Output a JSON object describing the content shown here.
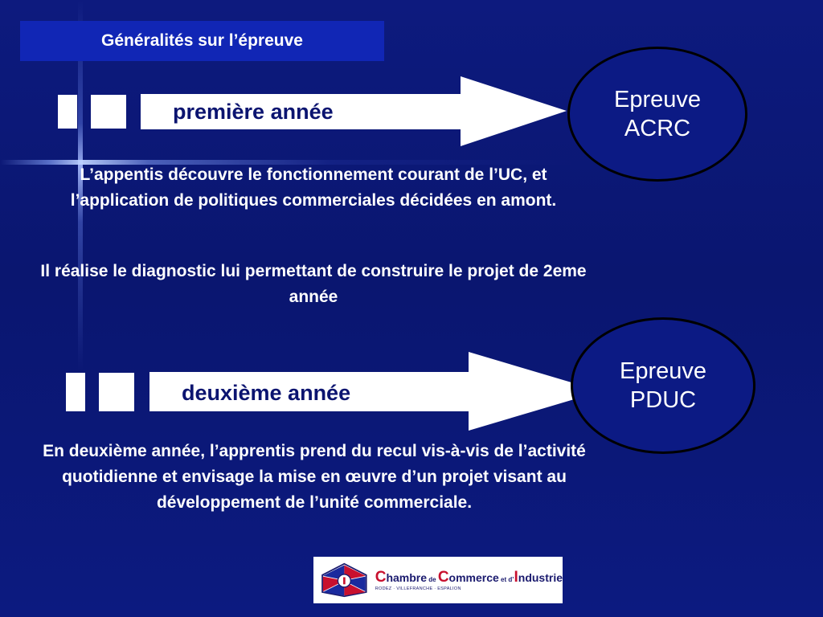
{
  "slide": {
    "title": "Généralités sur l’épreuve"
  },
  "first_year": {
    "arrow_label": "première année",
    "exam_line1": "Epreuve",
    "exam_line2": "ACRC",
    "paragraph1": "L’appentis découvre le fonctionnement courant de l’UC, et l’application de politiques commerciales décidées en amont.",
    "paragraph2": "Il réalise le diagnostic lui permettant de construire le projet de 2eme année"
  },
  "second_year": {
    "arrow_label": "deuxième année",
    "exam_line1": "Epreuve",
    "exam_line2": "PDUC",
    "paragraph1": "En deuxième année, l’apprentis prend du recul vis-à-vis de l’activité quotidienne et envisage la mise en œuvre d’un projet visant au développement de l’unité commerciale."
  },
  "logo": {
    "w1_initial": "C",
    "w1_rest": "hambre",
    "c1": " de ",
    "w2_initial": "C",
    "w2_rest": "ommerce",
    "c2": " et d’",
    "w3_initial": "I",
    "w3_rest": "ndustrie",
    "subtitle": "RODEZ · VILLEFRANCHE · ESPALION"
  },
  "colors": {
    "background": "#0b1675",
    "title_box": "#1126b5",
    "arrow_fill": "#ffffff",
    "oval_fill": "#0c1a84"
  }
}
